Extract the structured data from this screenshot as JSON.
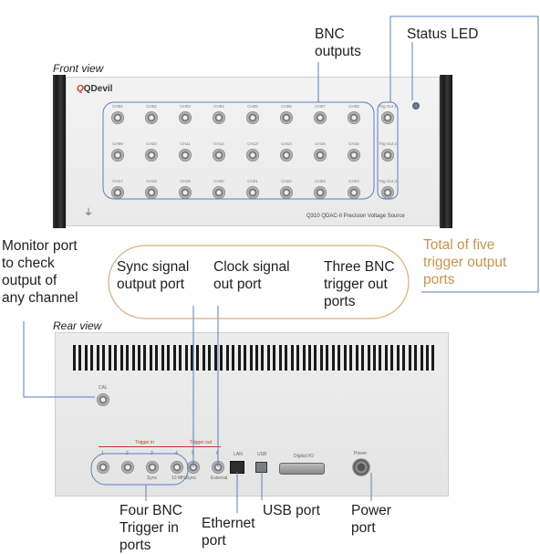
{
  "callouts": {
    "bnc_outputs": "BNC\noutputs",
    "status_led": "Status LED",
    "monitor_port": "Monitor port\nto check\noutput of\nany channel",
    "total_trigger": "Total of five\ntrigger output\nports",
    "sync_signal": "Sync signal\noutput port",
    "clock_signal": "Clock signal\nout port",
    "three_bnc": "Three BNC\ntrigger out\nports",
    "four_bnc": "Four BNC\nTrigger in\nports",
    "ethernet": "Ethernet\nport",
    "usb": "USB port",
    "power": "Power\nport"
  },
  "views": {
    "front": "Front view",
    "rear": "Rear view"
  },
  "front_panel": {
    "logo": "QDevil",
    "model": "Q310 QDAC-II Precision Voltage Source",
    "channels": [
      "CH01",
      "CH02",
      "CH03",
      "CH04",
      "CH05",
      "CH06",
      "CH07",
      "CH08",
      "CH09",
      "CH10",
      "CH11",
      "CH12",
      "CH13",
      "CH14",
      "CH15",
      "CH16",
      "CH17",
      "CH18",
      "CH19",
      "CH20",
      "CH21",
      "CH22",
      "CH23",
      "CH24"
    ],
    "trig_outs": [
      "Trig Out 1",
      "Trig Out 2",
      "Trig Out 3"
    ]
  },
  "rear_panel": {
    "cal": "CAL",
    "trigger_in": "Trigger in",
    "trigger_in_numbers": [
      "1",
      "2",
      "3",
      "4"
    ],
    "trigger_in_sub": [
      "Sync",
      "10 MHz"
    ],
    "trigger_out": "Trigger out",
    "trigger_out_numbers": [
      "5",
      "6"
    ],
    "trigger_out_sub": [
      "Sync",
      "External"
    ],
    "lan": "LAN",
    "usb": "USB",
    "digital_io": "Digital I/O",
    "power": "Power"
  },
  "colors": {
    "line": "#5a7fbf",
    "accent": "#c8944f",
    "gold_outline": "#d9b07a",
    "red_label": "#c0392b"
  }
}
